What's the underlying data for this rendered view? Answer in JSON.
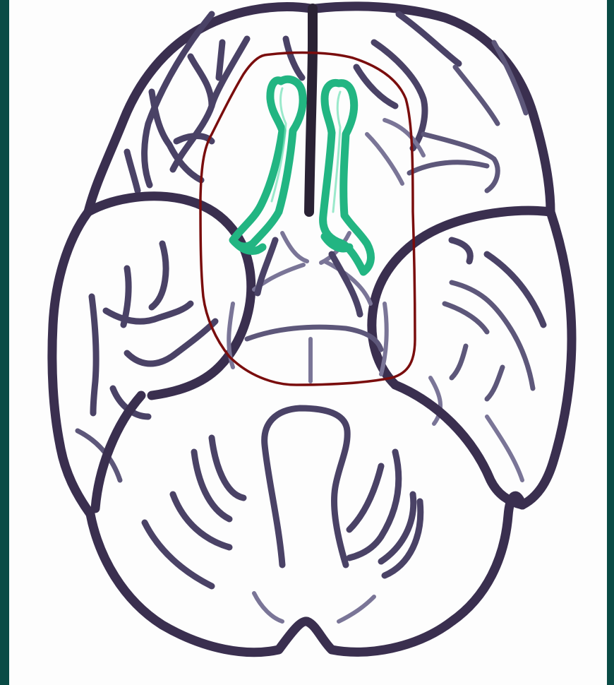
{
  "figure": {
    "subject": "brain-inferior-surface-model",
    "colors": {
      "background": "#0a4b45",
      "panel": "#fdfdfd",
      "outline": "#3a2f4f",
      "highlight": "#22b582",
      "region_marker": "#7a0d0d"
    },
    "highlighted_structures": [
      "olfactory-bulb-left",
      "olfactory-bulb-right"
    ],
    "marked_region": "orbital-frontal-region-outline"
  }
}
